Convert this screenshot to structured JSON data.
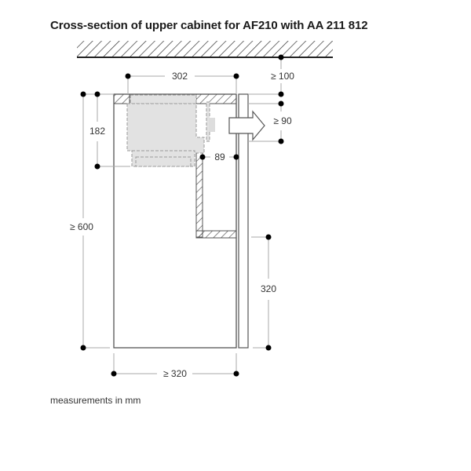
{
  "title": "Cross-section of upper cabinet for AF210 with AA 211 812",
  "footer_note": "measurements in mm",
  "dimensions": {
    "top_width": "302",
    "ceiling_clearance": "≥ 100",
    "outlet_height": "≥ 90",
    "unit_depth": "182",
    "side_gap": "89",
    "cabinet_height": "≥ 600",
    "lower_height": "320",
    "cabinet_width": "≥ 320"
  },
  "colors": {
    "line": "#555555",
    "dim_line": "#aaaaaa",
    "fill_unit": "#e2e2e2",
    "dot": "#000000"
  }
}
